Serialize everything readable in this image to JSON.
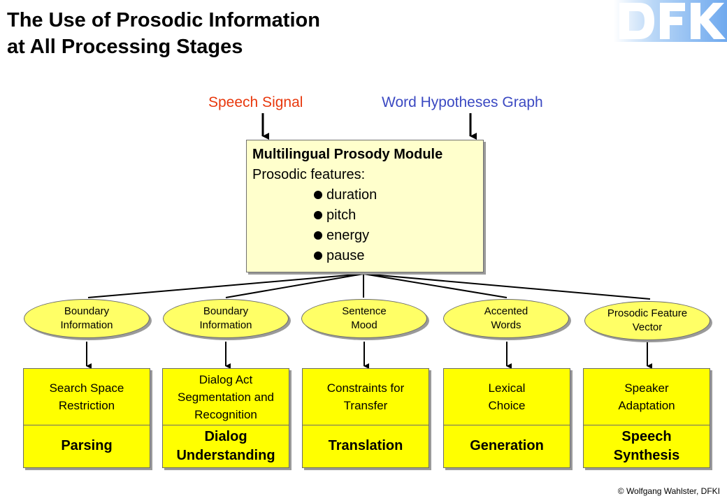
{
  "title": "The Use of Prosodic Information\nat All Processing Stages",
  "logo": "DFKI",
  "inputs": {
    "speech": "Speech Signal",
    "word": "Word Hypotheses Graph"
  },
  "module": {
    "title": "Multilingual Prosody Module",
    "subtitle": "Prosodic features:",
    "features": [
      "duration",
      "pitch",
      "energy",
      "pause"
    ]
  },
  "ovals": [
    "Boundary\nInformation",
    "Boundary\nInformation",
    "Sentence\nMood",
    "Accented\nWords",
    "Prosodic Feature\nVector"
  ],
  "boxes": [
    {
      "upper": "Search Space\nRestriction",
      "lower": "Parsing"
    },
    {
      "upper": "Dialog Act\nSegmentation and\nRecognition",
      "lower": "Dialog\nUnderstanding"
    },
    {
      "upper": "Constraints for\nTransfer",
      "lower": "Translation"
    },
    {
      "upper": "Lexical\nChoice",
      "lower": "Generation"
    },
    {
      "upper": "Speaker\nAdaptation",
      "lower": "Speech\nSynthesis"
    }
  ],
  "copyright": "© Wolfgang Wahlster, DFKI",
  "colors": {
    "speech_signal": "#e8380d",
    "word_graph": "#3b49c2",
    "module_fill": "#ffffcc",
    "oval_fill": "#ffff66",
    "box_fill": "#ffff00",
    "logo": "#7db5f0"
  }
}
